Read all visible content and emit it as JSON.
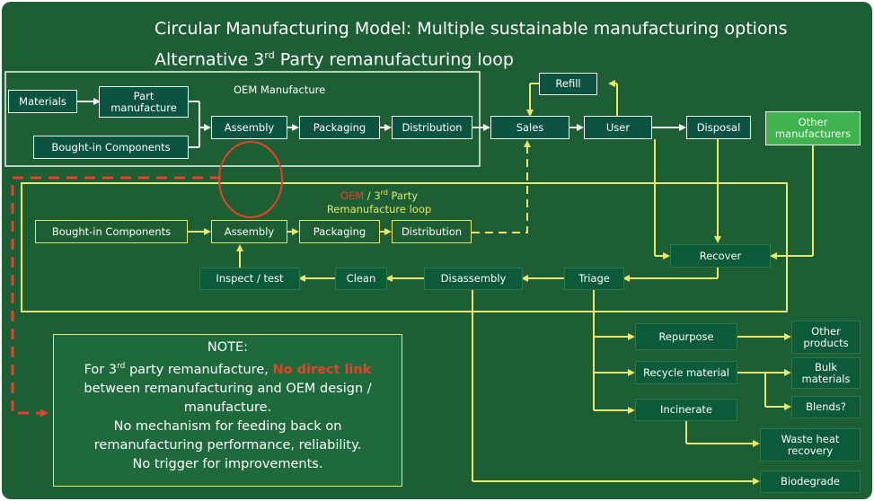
{
  "title": {
    "line1": "Circular Manufacturing Model: Multiple sustainable manufacturing options",
    "line2_pre": "Alternative 3",
    "line2_sup": "rd",
    "line2_post": " Party remanufacturing loop"
  },
  "oem_label": "OEM Manufacture",
  "reman_label": {
    "oem": "OEM",
    "rest": " / 3",
    "sup": "rd",
    "party": " Party",
    "line2": "Remanufacture loop"
  },
  "nodes": {
    "materials": "Materials",
    "part_manufacture": "Part manufacture",
    "bought_in_top": "Bought-in Components",
    "assembly_top": "Assembly",
    "packaging_top": "Packaging",
    "distribution_top": "Distribution",
    "sales": "Sales",
    "refill": "Refill",
    "user": "User",
    "disposal": "Disposal",
    "other_manufacturers": "Other manufacturers",
    "bought_in_bottom": "Bought-in Components",
    "assembly_bottom": "Assembly",
    "packaging_bottom": "Packaging",
    "distribution_bottom": "Distribution",
    "recover": "Recover",
    "inspect_test": "Inspect / test",
    "clean": "Clean",
    "disassembly": "Disassembly",
    "triage": "Triage",
    "repurpose": "Repurpose",
    "recycle_material": "Recycle material",
    "incinerate": "Incinerate",
    "other_products": "Other products",
    "bulk_materials": "Bulk materials",
    "blends": "Blends?",
    "waste_heat_recovery": "Waste heat recovery",
    "biodegrade": "Biodegrade"
  },
  "note": {
    "heading": "NOTE:",
    "l1_pre": "For 3",
    "l1_sup": "rd",
    "l1_mid": " party remanufacture, ",
    "l1_red": "No direct link",
    "l2": "between remanufacturing and OEM design /",
    "l3": "manufacture.",
    "l4": "No mechanism for feeding back on",
    "l5": "remanufacturing performance, reliability.",
    "l6": "No trigger for improvements."
  },
  "colors": {
    "background": "#1d5e35",
    "white_line": "#f2f2f2",
    "yellow_line": "#e9e86a",
    "red_highlight": "#e2432a"
  }
}
